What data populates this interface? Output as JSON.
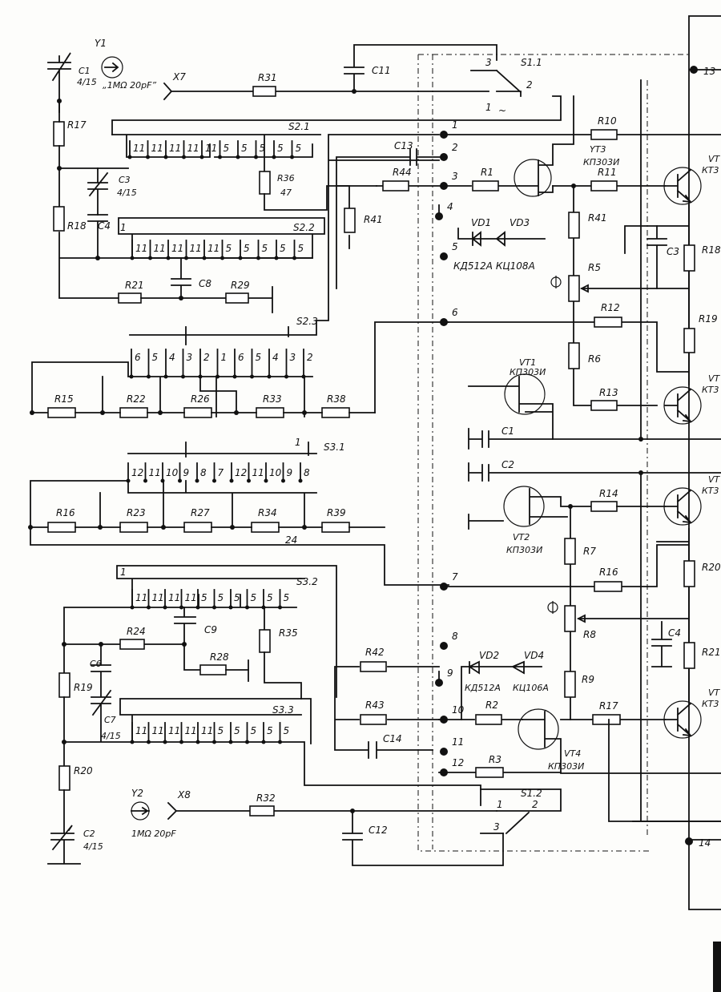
{
  "title": "",
  "colors": {
    "ink": "#111111",
    "paper": "#fdfdfb"
  },
  "sources": {
    "y1": "Y1",
    "y2": "Y2",
    "y1_spec": "„1MΩ 20pF”",
    "y2_spec": "1MΩ 20pF"
  },
  "connectors": {
    "x7": "X7",
    "x8": "X8"
  },
  "switches": {
    "s11": "S1.1",
    "s12": "S1.2",
    "s21": "S2.1",
    "s22": "S2.2",
    "s23": "S2.3",
    "s31": "S3.1",
    "s32": "S3.2",
    "s33": "S3.3",
    "s11_pos": [
      "3",
      "2",
      "1"
    ],
    "s12_pos": [
      "1",
      "2",
      "3"
    ],
    "s21_contacts": [
      "11",
      "11",
      "11",
      "11",
      "11",
      "5",
      "5",
      "5",
      "5",
      "5"
    ],
    "s22_contacts": [
      "11",
      "11",
      "11",
      "11",
      "11",
      "5",
      "5",
      "5",
      "5",
      "5"
    ],
    "s23_contacts": [
      "6",
      "5",
      "4",
      "3",
      "2",
      "1",
      "6",
      "5",
      "4",
      "3",
      "2"
    ],
    "s31_contacts": [
      "12",
      "11",
      "10",
      "9",
      "8",
      "7",
      "12",
      "11",
      "10",
      "9",
      "8"
    ],
    "s32_contacts": [
      "11",
      "11",
      "11",
      "11",
      "5",
      "5",
      "5",
      "5",
      "5",
      "5"
    ],
    "s33_contacts": [
      "11",
      "11",
      "11",
      "11",
      "11",
      "5",
      "5",
      "5",
      "5",
      "5"
    ],
    "s22_left": "1",
    "s31_top": "1",
    "s32_left": "1"
  },
  "resistors": {
    "r1": "R1",
    "r2": "R2",
    "r3": "R3",
    "r5": "R5",
    "r6": "R6",
    "r7": "R7",
    "r8": "R8",
    "r9": "R9",
    "r10": "R10",
    "r11": "R11",
    "r12": "R12",
    "r13": "R13",
    "r14": "R14",
    "r15": "R15",
    "r16": "R16",
    "r16b": "R16",
    "r17": "R17",
    "r17b": "R17",
    "r18": "R18",
    "r18b": "R18",
    "r19": "R19",
    "r19b": "R19",
    "r20": "R20",
    "r20b": "R20",
    "r21": "R21",
    "r21b": "R21",
    "r22": "R22",
    "r23": "R23",
    "r24": "R24",
    "r26": "R26",
    "r27": "R27",
    "r28": "R28",
    "r29": "R29",
    "r31": "R31",
    "r32": "R32",
    "r33": "R33",
    "r34": "R34",
    "r35": "R35",
    "r36": "R36",
    "r36_val": "47",
    "r38": "R38",
    "r39": "R39",
    "r41": "R41",
    "r41b": "R41",
    "r42": "R42",
    "r43": "R43",
    "r44": "R44"
  },
  "capacitors": {
    "c1": "C1",
    "c1_val": "4/15",
    "c1b": "C1",
    "c2": "C2",
    "c2_val": "4/15",
    "c2b": "C2",
    "c3": "C3",
    "c3_val": "4/15",
    "c3b": "C3",
    "c4": "C4",
    "c4b": "C4",
    "c6": "C6",
    "c7": "C7",
    "c7_val": "4/15",
    "c8": "C8",
    "c9": "C9",
    "c11": "C11",
    "c12": "C12",
    "c13": "C13",
    "c14": "C14"
  },
  "semis": {
    "vt1": "VT1",
    "vt1_type": "КП303И",
    "vt2": "VT2",
    "vt2_type": "КП303И",
    "vt3": "YT3",
    "vt3_type": "КП303И",
    "vt4": "VT4",
    "vt4_type": "КП303И",
    "vd1": "VD1",
    "vd3": "VD3",
    "vd2": "VD2",
    "vd4": "VD4",
    "vd_types_top": "КД512А  КЦ108А",
    "vd2_type": "КД512А",
    "vd4_type": "КЦ106А",
    "right_vt": [
      "VT",
      "VT",
      "VT",
      "VT"
    ],
    "right_type": [
      "КТ3",
      "КТ3",
      "КТ3",
      "КТ3"
    ]
  },
  "nodes": [
    "1",
    "2",
    "3",
    "4",
    "5",
    "6",
    "7",
    "8",
    "9",
    "10",
    "11",
    "12"
  ],
  "terminals": {
    "t13": "13",
    "t14": "14"
  },
  "misc": {
    "n24": "24",
    "tilde": "~"
  }
}
